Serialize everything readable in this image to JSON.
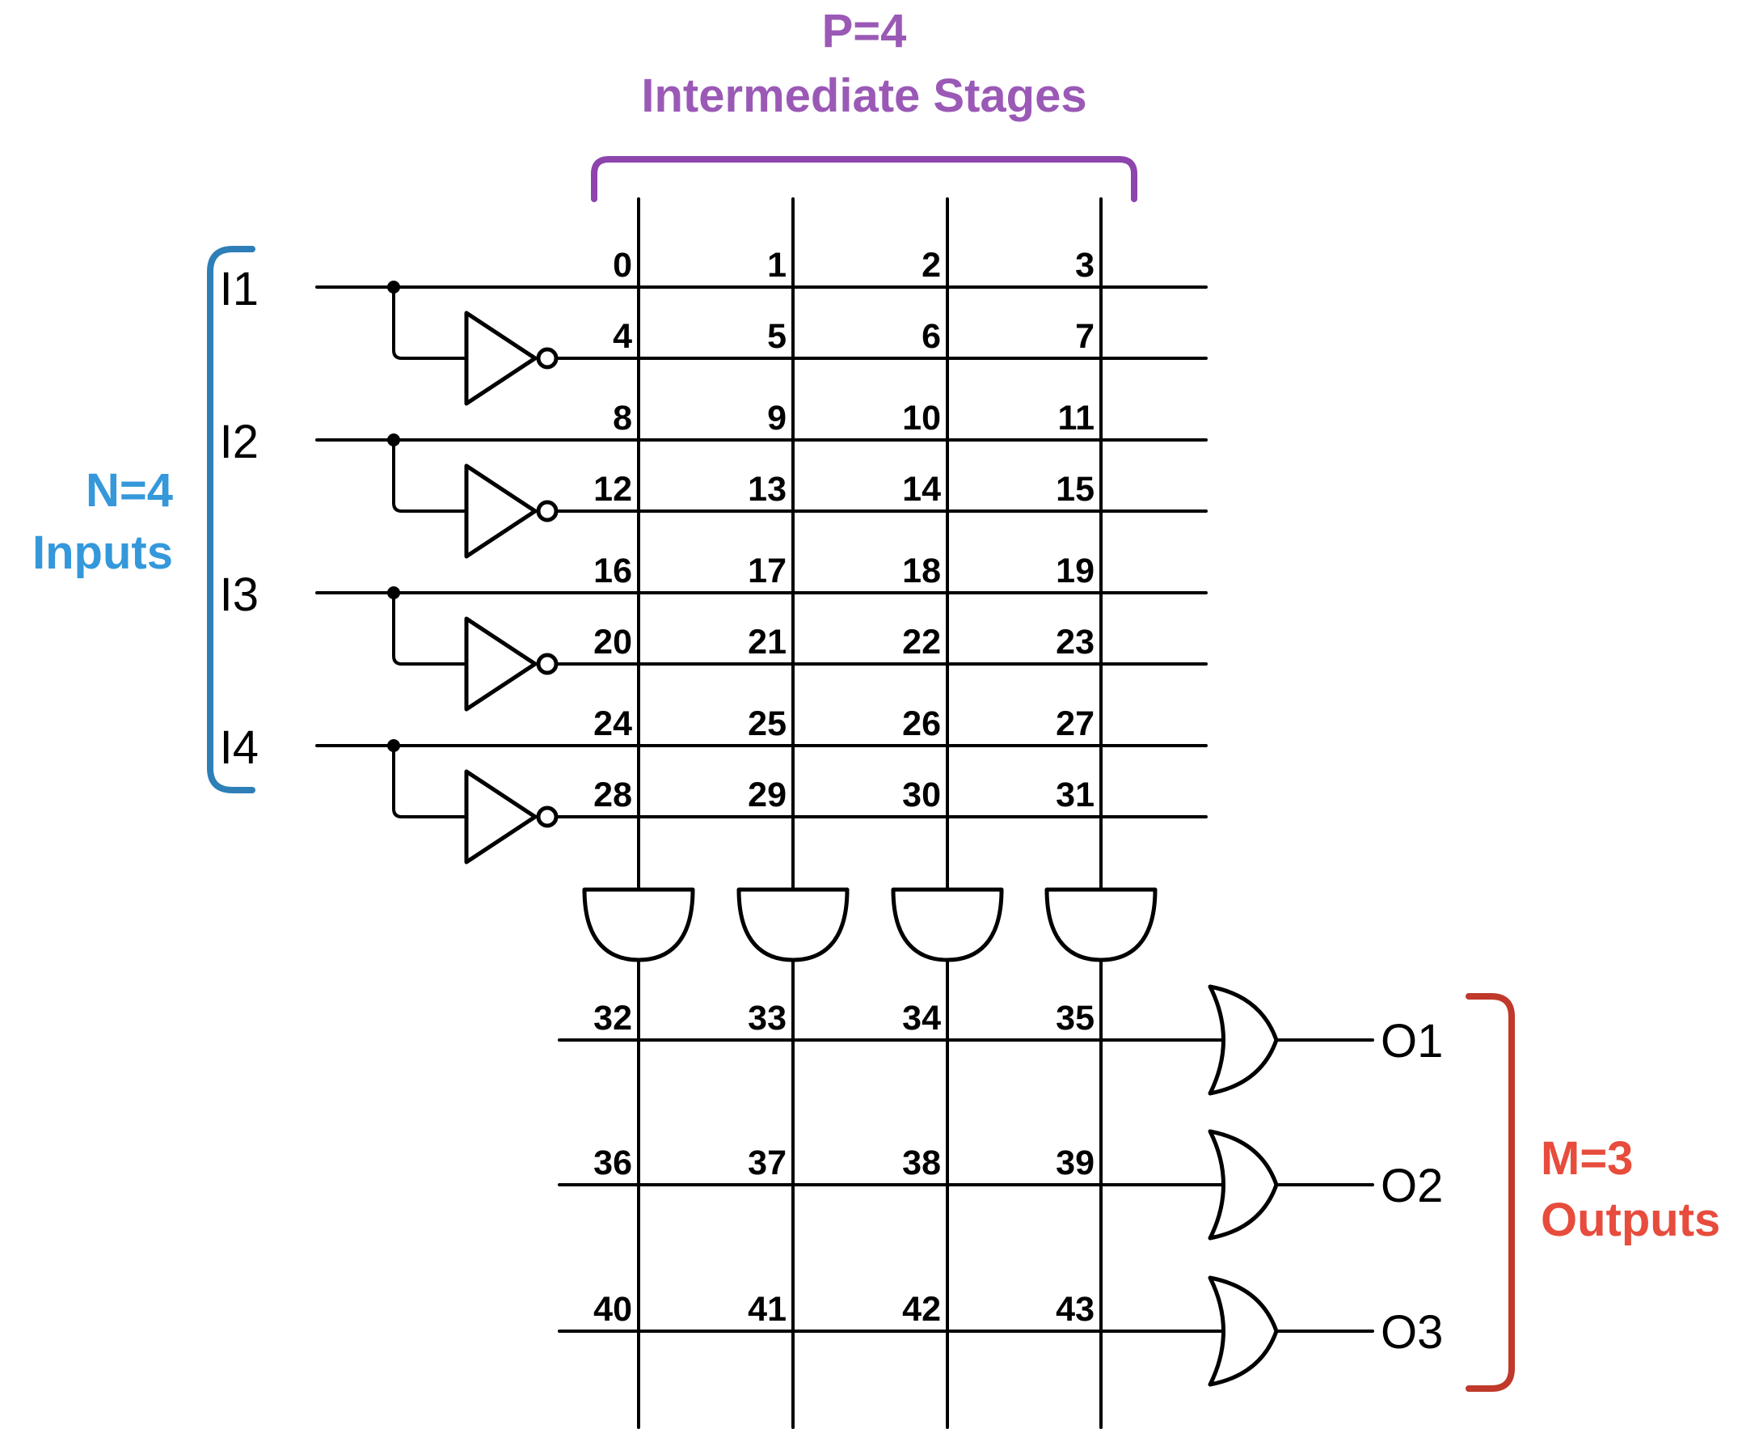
{
  "title": {
    "stages_count": "P=4",
    "stages_label": "Intermediate Stages",
    "inputs_count": "N=4",
    "inputs_label": "Inputs",
    "outputs_count": "M=3",
    "outputs_label": "Outputs"
  },
  "colors": {
    "purple_text": "#9b59b6",
    "purple_bracket": "#8e44ad",
    "blue_text": "#3498db",
    "blue_bracket": "#2e7fb8",
    "red_text": "#e74c3c",
    "red_bracket": "#c0392b",
    "wire": "#000000"
  },
  "inputs": [
    "I1",
    "I2",
    "I3",
    "I4"
  ],
  "outputs": [
    "O1",
    "O2",
    "O3"
  ],
  "stages": 4,
  "and_plane_labels": [
    [
      "0",
      "1",
      "2",
      "3"
    ],
    [
      "4",
      "5",
      "6",
      "7"
    ],
    [
      "8",
      "9",
      "10",
      "11"
    ],
    [
      "12",
      "13",
      "14",
      "15"
    ],
    [
      "16",
      "17",
      "18",
      "19"
    ],
    [
      "20",
      "21",
      "22",
      "23"
    ],
    [
      "24",
      "25",
      "26",
      "27"
    ],
    [
      "28",
      "29",
      "30",
      "31"
    ]
  ],
  "or_plane_labels": [
    [
      "32",
      "33",
      "34",
      "35"
    ],
    [
      "36",
      "37",
      "38",
      "39"
    ],
    [
      "40",
      "41",
      "42",
      "43"
    ]
  ]
}
